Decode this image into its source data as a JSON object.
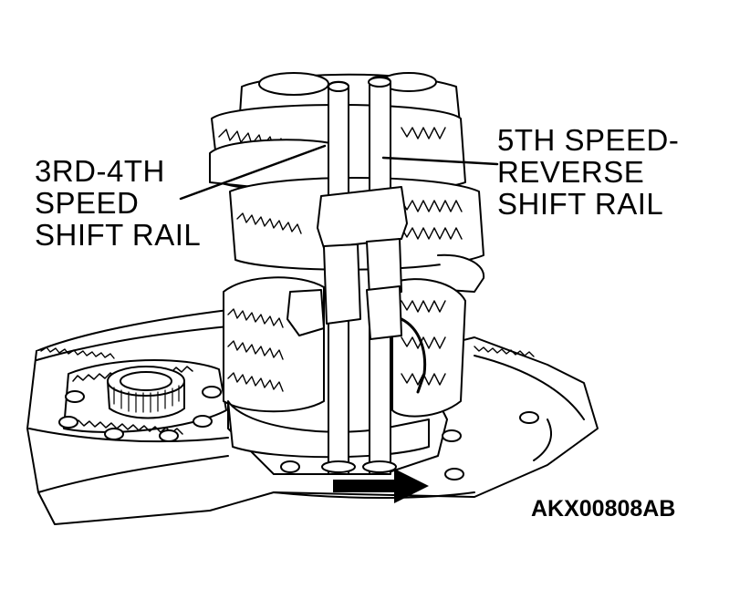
{
  "labels": {
    "left": {
      "line1": "3RD-4TH",
      "line2": "SPEED",
      "line3": "SHIFT RAIL"
    },
    "right": {
      "line1": "5TH SPEED-",
      "line2": "REVERSE",
      "line3": "SHIFT RAIL"
    }
  },
  "figure_id": "AKX00808AB",
  "colors": {
    "ink": "#000000",
    "paper": "#ffffff"
  }
}
